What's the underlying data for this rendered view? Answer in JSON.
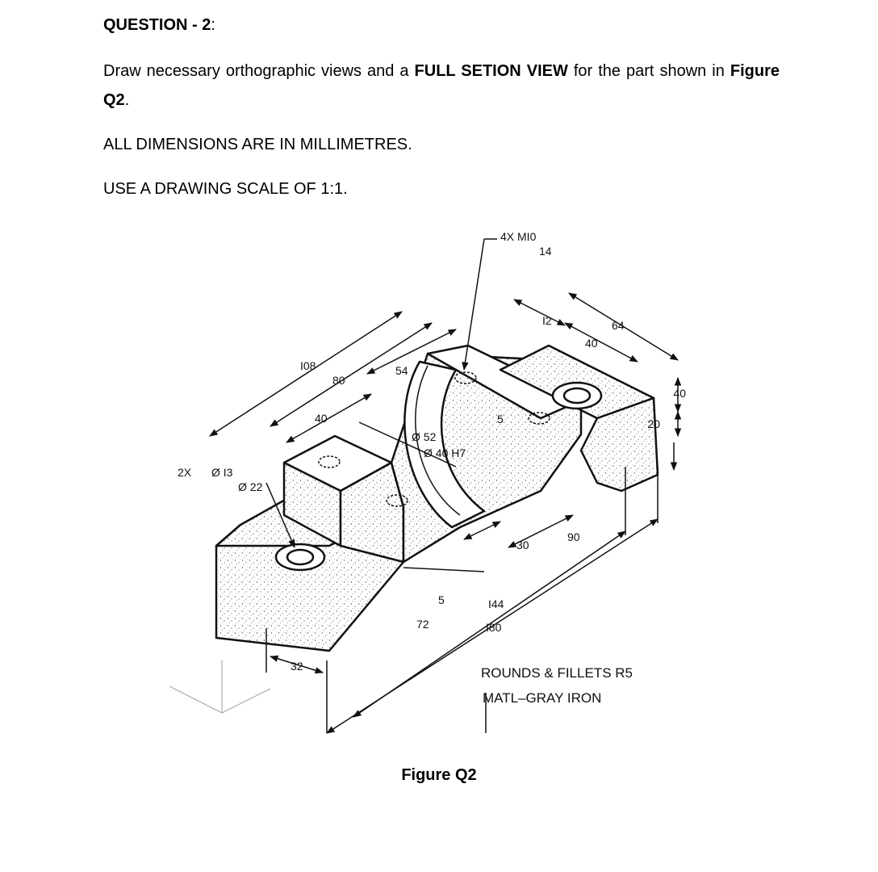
{
  "question": {
    "label": "QUESTION - 2",
    "suffix": ":"
  },
  "instruction": {
    "part1": "Draw necessary orthographic views and a ",
    "emphasis": "FULL SETION VIEW",
    "part2": " for the part shown in ",
    "figure_ref": "Figure Q2",
    "part3": "."
  },
  "units_note": "ALL DIMENSIONS ARE IN MILLIMETRES.",
  "scale_note": "USE A DRAWING SCALE OF 1:1.",
  "drawing": {
    "hole_callout": "4X  MI0",
    "hole_depth": "14",
    "dims": {
      "d108": "I08",
      "d80": "80",
      "d54": "54",
      "d40a": "40",
      "d12": "I2",
      "d64": "64",
      "d40b": "40",
      "d40h": "40",
      "d20": "20",
      "d5a": "5",
      "d52": "Ø 52",
      "d40h7": "Ø 40 H7",
      "d30": "30",
      "d90": "90",
      "d5b": "5",
      "d144": "I44",
      "d72": "72",
      "d180": "I80",
      "d32": "32"
    },
    "counterbore": {
      "count": "2X",
      "hole": "Ø I3",
      "cbore": "Ø 22"
    },
    "notes": [
      "ROUNDS & FILLETS R5",
      "MATL–GRAY IRON"
    ]
  },
  "caption": "Figure Q2"
}
